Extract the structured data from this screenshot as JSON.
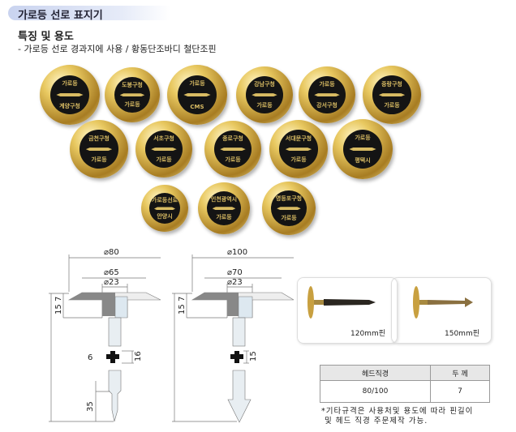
{
  "header": {
    "title": "가로등 선로 표지기"
  },
  "section": {
    "title": "특징 및 용도",
    "description": "- 가로등 선로 경과지에 사용 / 황동단조바디 철단조핀"
  },
  "studs": [
    {
      "top": "가로등",
      "bottom": "계양구청"
    },
    {
      "top": "도봉구청",
      "bottom": "가로등"
    },
    {
      "top": "가로등",
      "bottom": "CMS"
    },
    {
      "top": "강남구청",
      "bottom": "가로등"
    },
    {
      "top": "가로등",
      "bottom": "강서구청"
    },
    {
      "top": "중랑구청",
      "bottom": "가로등"
    },
    {
      "top": "금천구청",
      "bottom": "가로등"
    },
    {
      "top": "서초구청",
      "bottom": "가로등"
    },
    {
      "top": "종로구청",
      "bottom": "가로등"
    },
    {
      "top": "서대문구청",
      "bottom": "가로등"
    },
    {
      "top": "가로등",
      "bottom": "평택시"
    },
    {
      "top": "가로등선로",
      "bottom": "안양시"
    },
    {
      "top": "인천광역시",
      "bottom": "가로등"
    },
    {
      "top": "영등포구청",
      "bottom": "가로등"
    }
  ],
  "drawings": [
    {
      "d_outer": "⌀80",
      "d_mid": "⌀65",
      "d_inner": "⌀23",
      "h_head": "7",
      "h_body": "15",
      "total": "120",
      "cross_small": "6",
      "cross": "16",
      "tip": "35"
    },
    {
      "d_outer": "⌀100",
      "d_mid": "⌀70",
      "d_inner": "⌀23",
      "h_head": "7",
      "h_body": "15",
      "total": "150",
      "cross": "15"
    }
  ],
  "pins": [
    {
      "label": "120mm핀"
    },
    {
      "label": "150mm핀"
    }
  ],
  "spec_table": {
    "headers": [
      "헤드직경",
      "두 께"
    ],
    "rows": [
      [
        "80/100",
        "7"
      ]
    ]
  },
  "note": [
    "*기타규격은 사용처및 용도에 따라 핀길이",
    "및 헤드 직경 주문제작 가능."
  ]
}
